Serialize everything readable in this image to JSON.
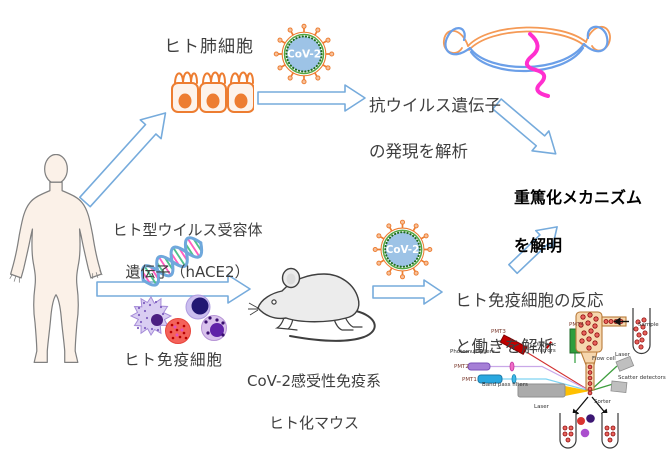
{
  "flow": {
    "lung_cells": "ヒト肺細胞",
    "receptor_gene_line1": "ヒト型ウイルス受容体",
    "receptor_gene_line2": "遺伝子（hACE2）",
    "immune_cells": "ヒト免疫細胞",
    "humanized_mouse_line1": "CoV-2感受性免疫系",
    "humanized_mouse_line2": "ヒト化マウス",
    "antiviral_analysis_line1": "抗ウイルス遺伝子",
    "antiviral_analysis_line2": "の発現を解析",
    "immune_analysis_line1": "ヒト免疫細胞の反応",
    "immune_analysis_line2": "と働きを解析",
    "goal_line1": "重篤化メカニズム",
    "goal_line2": "を解明"
  },
  "virus": {
    "label": "CoV-2"
  },
  "cytometer": {
    "pmt4": "PMT4",
    "pmt3": "PMT3",
    "pmt2": "PMT2",
    "pmt1": "PMT1",
    "photomultipliers": "Photomultipliers",
    "band_pass_filters": "Band pass filters",
    "dichroic_line1": "Dichroic",
    "dichroic_line2": "mirrors",
    "laser_left": "Laser",
    "laser_right": "Laser",
    "flow_cell": "Flow cell",
    "sample": "Sample",
    "scatter_detectors": "Scatter detectors",
    "sorter": "Sorter"
  },
  "colors": {
    "arrow_outline": "#76ABDC",
    "text_primary": "#3F3F3F",
    "goal_text": "#000000",
    "virus_spike": "#ED7D31",
    "virus_envelope": "#54A744",
    "virus_core": "#9DC3E6",
    "lung_cell_outline": "#ED7D31"
  }
}
